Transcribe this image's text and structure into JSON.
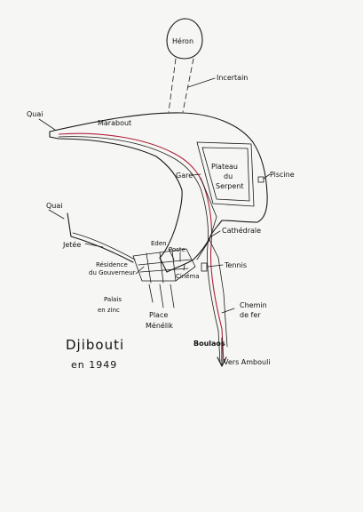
{
  "colors": {
    "ink": "#1a1a1a",
    "railway": "#b0203a",
    "paper": "#f6f6f4"
  },
  "title": {
    "line1": "Djibouti",
    "line2": "en 1949"
  },
  "labels": {
    "heron": "Héron",
    "incertain": "Incertain",
    "quai_north": "Quai",
    "marabout": "Marabout",
    "plateau_1": "Plateau",
    "plateau_2": "du",
    "plateau_3": "Serpent",
    "gare": "Gare",
    "piscine": "Piscine",
    "quai_west": "Quai",
    "cathedrale": "Cathédrale",
    "eden": "Eden",
    "poste": "Poste",
    "jetee": "Jetée",
    "residence_1": "Résidence",
    "residence_2": "du Gouverneur",
    "cinema": "Cinéma",
    "tennis": "Tennis",
    "palais_1": "Palais",
    "palais_2": "en zinc",
    "place_1": "Place",
    "place_2": "Ménélik",
    "chemin_1": "Chemin",
    "chemin_2": "de fer",
    "boulaos": "Boulaos",
    "vers_ambouli": "Vers Ambouli"
  }
}
